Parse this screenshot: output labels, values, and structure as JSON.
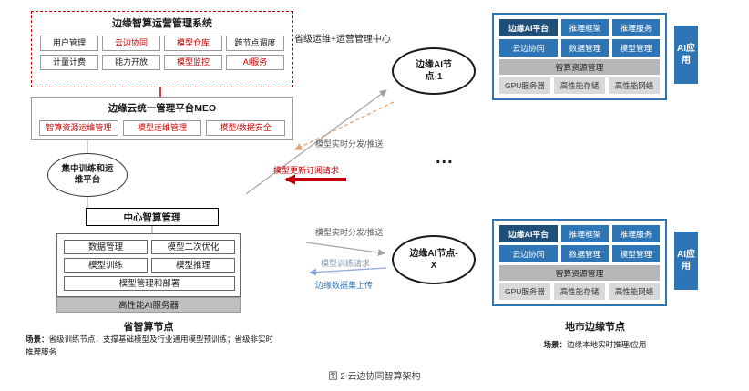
{
  "colors": {
    "accent_red": "#c00000",
    "blue": "#2e75b6",
    "dark_blue": "#1f4e79",
    "gray_bar": "#bfbfbf",
    "light_gray": "#d9d9d9",
    "orange_dashed": "#e2a172",
    "blue_gray": "#8faadc"
  },
  "ops_system": {
    "title": "边缘智算运营管理系统",
    "items": [
      "用户管理",
      "云边协同",
      "模型仓库",
      "跨节点调度",
      "计量计费",
      "能力开放",
      "模型监控",
      "AI服务"
    ]
  },
  "meo": {
    "title": "边缘云统一管理平台MEO",
    "items": [
      "智算资源运维管理",
      "模型运维管理",
      "模型/数据安全"
    ]
  },
  "left_flow": {
    "training_platform": "集中训练和运维平台",
    "center_mgmt": "中心智算管理"
  },
  "stack": {
    "cells": [
      "数据管理",
      "模型二次优化",
      "模型训练",
      "模型推理"
    ],
    "row_full": "模型管理和部署",
    "server": "高性能AI服务器"
  },
  "province": {
    "title": "省智算节点",
    "scene_label": "场景：",
    "scene": "省级训练节点，支撑基础模型及行业通用模型预训练；省级非实时推理服务"
  },
  "center_header": "省级运维+运营管理中心",
  "nodes": {
    "node1": "边缘AI节点-1",
    "nodeX": "边缘AI节点-X",
    "ellipsis": "..."
  },
  "arrows": {
    "distribute_top": "模型实时分发/推送",
    "subscribe_request": "模型更新订阅请求",
    "distribute_bottom": "模型实时分发/推送",
    "train_request": "模型训练请求",
    "data_upload": "边缘数据集上传"
  },
  "edge_panels": [
    {
      "platform": "边缘AI平台",
      "top_row": [
        "推理框架",
        "推理服务"
      ],
      "mid_row": [
        "云边协同",
        "数据管理",
        "模型管理"
      ],
      "resource_bar": "智算资源管理",
      "hw_row": [
        "GPU服务器",
        "高性能存储",
        "高性能网络"
      ],
      "app_label": "AI应用"
    },
    {
      "platform": "边缘AI平台",
      "top_row": [
        "推理框架",
        "推理服务"
      ],
      "mid_row": [
        "云边协同",
        "数据管理",
        "模型管理"
      ],
      "resource_bar": "智算资源管理",
      "hw_row": [
        "GPU服务器",
        "高性能存储",
        "高性能网络"
      ],
      "app_label": "AI应用"
    }
  ],
  "city": {
    "title": "地市边缘节点",
    "scene_label": "场景：",
    "scene": "边缘本地实时推理/应用"
  },
  "caption": "图 2 云边协同智算架构"
}
